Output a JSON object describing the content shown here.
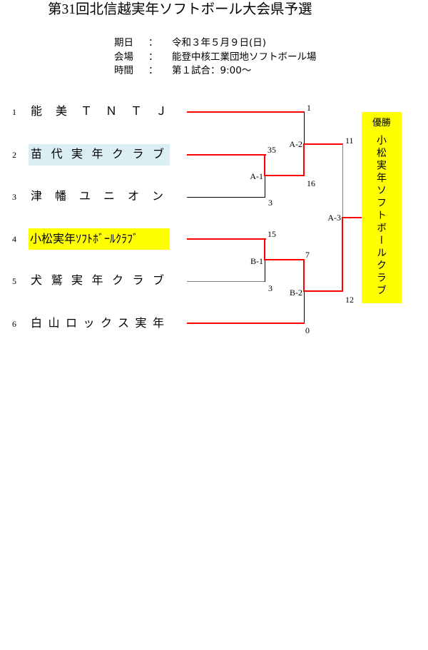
{
  "title": "第31回北信越実年ソフトボール大会県予選",
  "info": [
    {
      "label": "期日",
      "colon": "：",
      "value": "令和３年５月９日(日)"
    },
    {
      "label": "会場",
      "colon": "：",
      "value": "能登中核工業団地ソフトボール場"
    },
    {
      "label": "時間",
      "colon": "：",
      "value": "第１試合：9:00～"
    }
  ],
  "teams": [
    {
      "seed": "1",
      "name": "能美ＴＮＴＪ",
      "highlight": ""
    },
    {
      "seed": "2",
      "name": "苗代実年クラブ",
      "highlight": "#daeef3"
    },
    {
      "seed": "3",
      "name": "津幡ユニオン",
      "highlight": ""
    },
    {
      "seed": "4",
      "name": "小松実年ｿﾌﾄﾎﾞｰﾙｸﾗﾌﾞ",
      "highlight": "#ffff00"
    },
    {
      "seed": "5",
      "name": "犬鷲実年クラブ",
      "highlight": ""
    },
    {
      "seed": "6",
      "name": "白山ロックス実年",
      "highlight": ""
    }
  ],
  "matches": [
    {
      "id": "A-1",
      "top": "苗代実年クラブ",
      "top_score": "35",
      "bottom": "津幡ユニオン",
      "bottom_score": "3"
    },
    {
      "id": "A-2",
      "top": "能美ＴＮＴＪ",
      "top_score": "1",
      "bottom": "A-1 winner",
      "bottom_score": "16"
    },
    {
      "id": "B-1",
      "top": "小松実年ソフトボールクラブ",
      "top_score": "15",
      "bottom": "犬鷲実年クラブ",
      "bottom_score": "3"
    },
    {
      "id": "B-2",
      "top": "B-1 winner",
      "top_score": "7",
      "bottom": "白山ロックス実年",
      "bottom_score": "0"
    },
    {
      "id": "A-3",
      "top": "A-2 winner",
      "top_score": "11",
      "bottom": "B-2 winner",
      "bottom_score": "12"
    }
  ],
  "champion": {
    "label": "優勝",
    "name": "小松実年ソフトボールクラブ"
  },
  "colors": {
    "winner_line": "#ff0000",
    "loser_line": "#000000",
    "secondary_line": "#808080",
    "champion_bg": "#ffff00",
    "team2_bg": "#daeef3"
  }
}
